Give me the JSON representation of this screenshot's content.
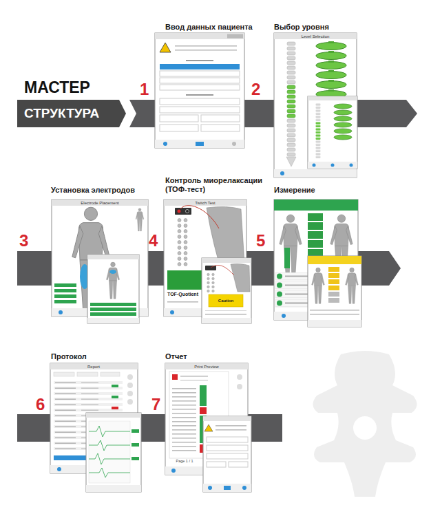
{
  "diagram": {
    "title": "МАСТЕР",
    "nodes": [
      {
        "text": [
          "СТРУКТУРА"
        ]
      },
      {
        "text": [
          "Ввод данных пациента"
        ]
      },
      {
        "text": [
          "Выбор уровня"
        ]
      },
      {
        "text": [
          "Установка электродов"
        ]
      },
      {
        "text": [
          "Контроль миорелаксации (ТОФ-тест)"
        ]
      },
      {
        "text": [
          "Измерение"
        ]
      },
      {
        "text": [
          "Протокол"
        ]
      },
      {
        "text": [
          "Отчет"
        ]
      }
    ],
    "labels": [
      "1",
      "2",
      "3",
      "4",
      "5",
      "6",
      "7",
      "Level Selection",
      "Electrode Placement",
      "Twitch Test",
      "TOF-Quotient",
      "Caution",
      "Report",
      "Print Preview",
      "Page 1 / 1"
    ]
  }
}
